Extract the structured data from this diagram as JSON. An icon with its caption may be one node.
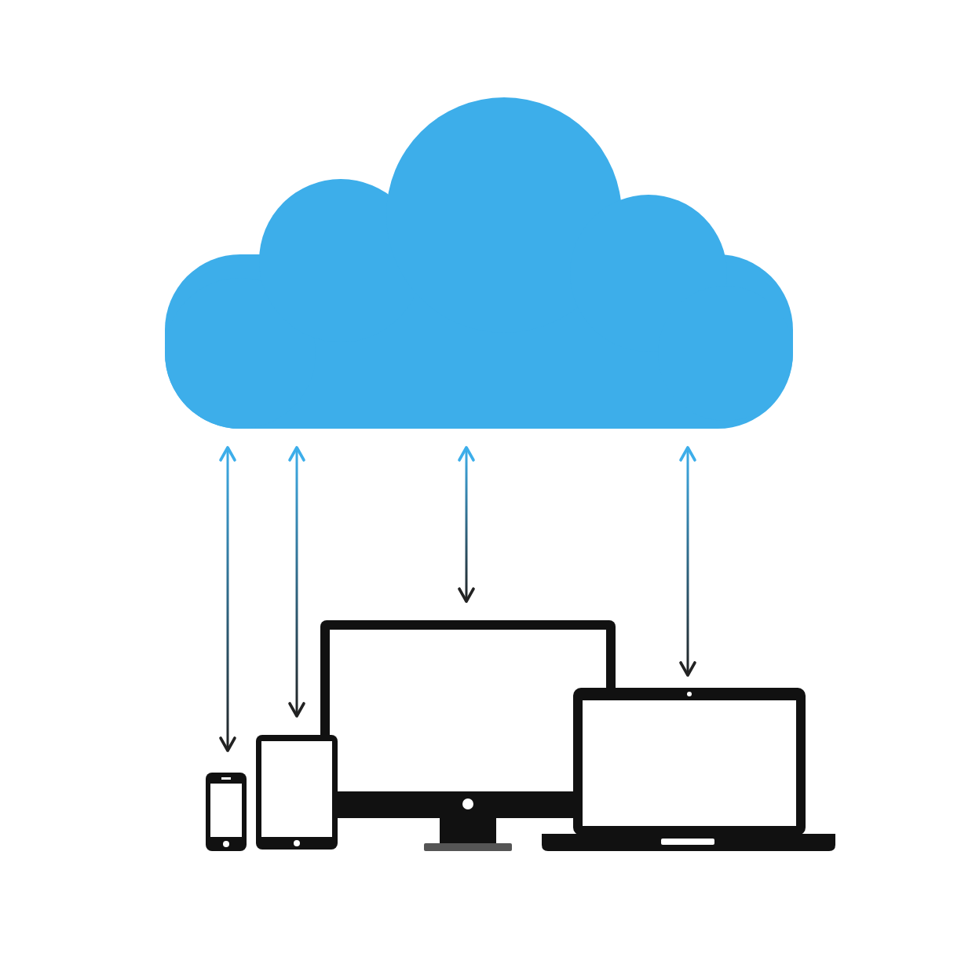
{
  "diagram": {
    "nodes": [
      {
        "text": [],
        "shape": "cloud"
      },
      {
        "text": [],
        "shape": "picture"
      },
      {
        "text": [],
        "shape": "picture"
      },
      {
        "text": [],
        "shape": "picture"
      },
      {
        "text": [],
        "shape": "picture"
      }
    ],
    "edges": [
      {
        "from": 0,
        "to": 1,
        "arrow": "both"
      },
      {
        "from": 0,
        "to": 2,
        "arrow": "both"
      },
      {
        "from": 0,
        "to": 3,
        "arrow": "both"
      },
      {
        "from": 0,
        "to": 4,
        "arrow": "both"
      }
    ]
  }
}
